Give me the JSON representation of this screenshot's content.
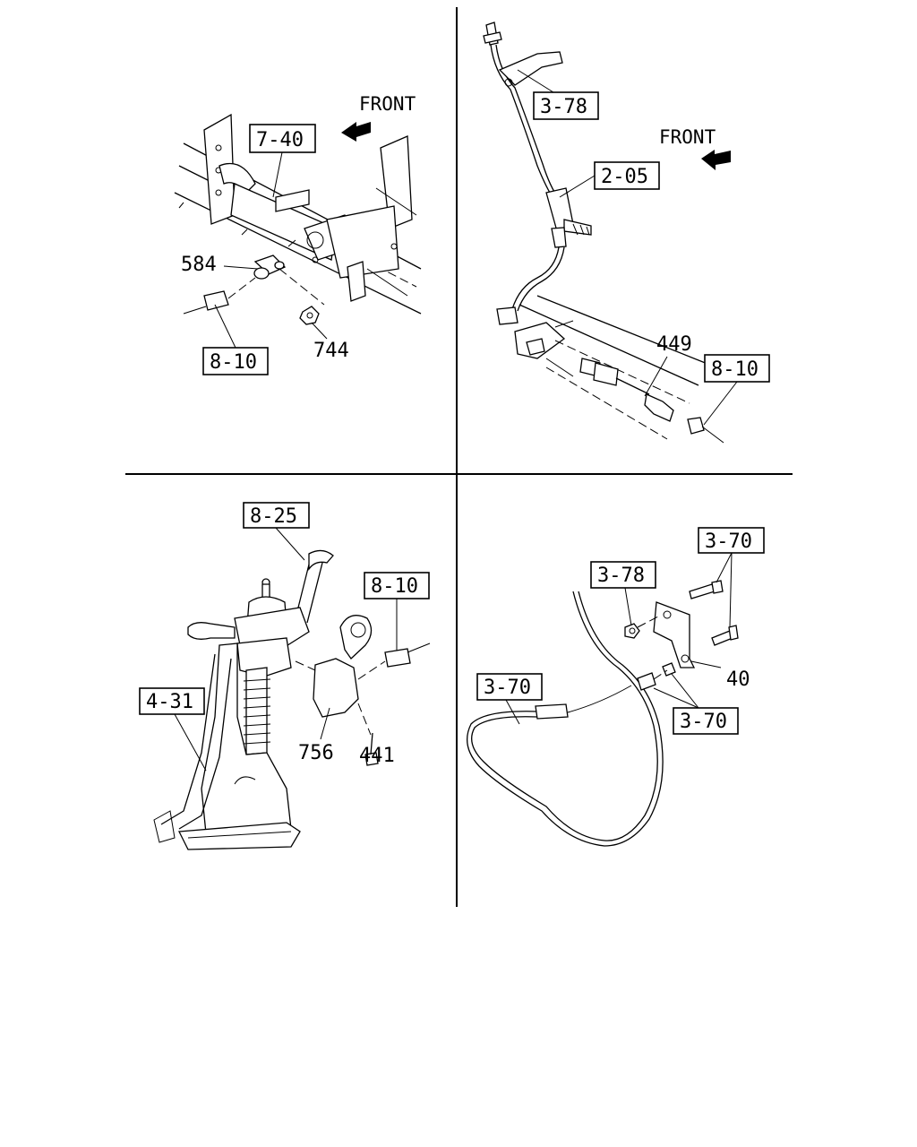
{
  "quadrants": {
    "top_left": {
      "direction": "FRONT",
      "boxed_refs": [
        "7-40",
        "8-10"
      ],
      "part_numbers": [
        "584",
        "744"
      ]
    },
    "top_right": {
      "direction": "FRONT",
      "boxed_refs": [
        "3-78",
        "2-05",
        "8-10"
      ],
      "part_numbers": [
        "449"
      ]
    },
    "bottom_left": {
      "boxed_refs": [
        "8-25",
        "8-10",
        "4-31"
      ],
      "part_numbers": [
        "756",
        "441"
      ]
    },
    "bottom_right": {
      "boxed_refs": [
        "3-70",
        "3-78",
        "3-70",
        "3-70"
      ],
      "part_numbers": [
        "40"
      ]
    }
  }
}
